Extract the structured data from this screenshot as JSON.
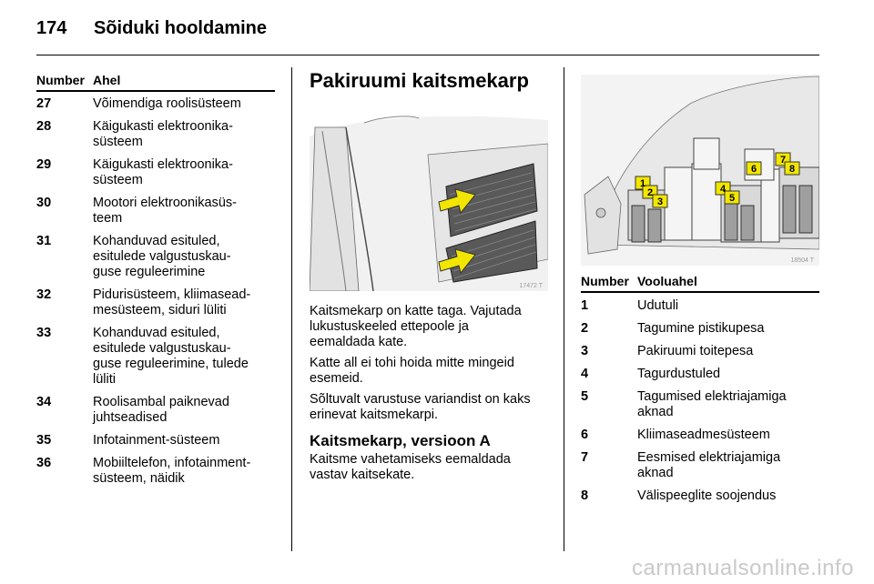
{
  "header": {
    "page_number": "174",
    "title": "Sõiduki hooldamine"
  },
  "left_table": {
    "col_number": "Number",
    "col_circuit": "Ahel",
    "rows": [
      {
        "num": "27",
        "text": "Võimendiga roolisüsteem"
      },
      {
        "num": "28",
        "text": "Käigukasti elektroonika-\nsüsteem"
      },
      {
        "num": "29",
        "text": "Käigukasti elektroonika-\nsüsteem"
      },
      {
        "num": "30",
        "text": "Mootori elektroonikasüs-\nteem"
      },
      {
        "num": "31",
        "text": "Kohanduvad esituled,\nesitulede valgustuskau-\nguse reguleerimine"
      },
      {
        "num": "32",
        "text": "Pidurisüsteem, kliimasead-\nmesüsteem, siduri lüliti"
      },
      {
        "num": "33",
        "text": "Kohanduvad esituled,\nesitulede valgustuskau-\nguse reguleerimine, tulede\nlüliti"
      },
      {
        "num": "34",
        "text": "Roolisambal paiknevad\njuhtseadised"
      },
      {
        "num": "35",
        "text": "Infotainment-süsteem"
      },
      {
        "num": "36",
        "text": "Mobiiltelefon, infotainment-\nsüsteem, näidik"
      }
    ]
  },
  "middle": {
    "title": "Pakiruumi kaitsmekarp",
    "image_code": "17472 T",
    "para1": "Kaitsmekarp on katte taga. Vajutada\nlukustuskeeled ettepoole ja\neemaldada kate.",
    "para2": "Katte all ei tohi hoida mitte mingeid\nesemeid.",
    "para3": "Sõltuvalt varustuse variandist on kaks\nerinevat kaitsmekarpi.",
    "subheading": "Kaitsmekarp, versioon A",
    "para4": "Kaitsme vahetamiseks eemaldada\nvastav kaitsekate."
  },
  "right": {
    "image_code": "18504 T",
    "fuse_labels": [
      "1",
      "2",
      "3",
      "4",
      "5",
      "6",
      "7",
      "8"
    ],
    "col_number": "Number",
    "col_circuit": "Vooluahel",
    "rows": [
      {
        "num": "1",
        "text": "Udutuli"
      },
      {
        "num": "2",
        "text": "Tagumine pistikupesa"
      },
      {
        "num": "3",
        "text": "Pakiruumi toitepesa"
      },
      {
        "num": "4",
        "text": "Tagurdustuled"
      },
      {
        "num": "5",
        "text": "Tagumised elektriajamiga\naknad"
      },
      {
        "num": "6",
        "text": "Kliimaseadmesüsteem"
      },
      {
        "num": "7",
        "text": "Eesmised elektriajamiga\naknad"
      },
      {
        "num": "8",
        "text": "Välispeeglite soojendus"
      }
    ]
  },
  "footer": {
    "watermark": "carmanualsonline.info"
  },
  "colors": {
    "arrow_yellow": "#f2e600",
    "photo_bg": "#f1f1f1",
    "line": "#000000"
  }
}
